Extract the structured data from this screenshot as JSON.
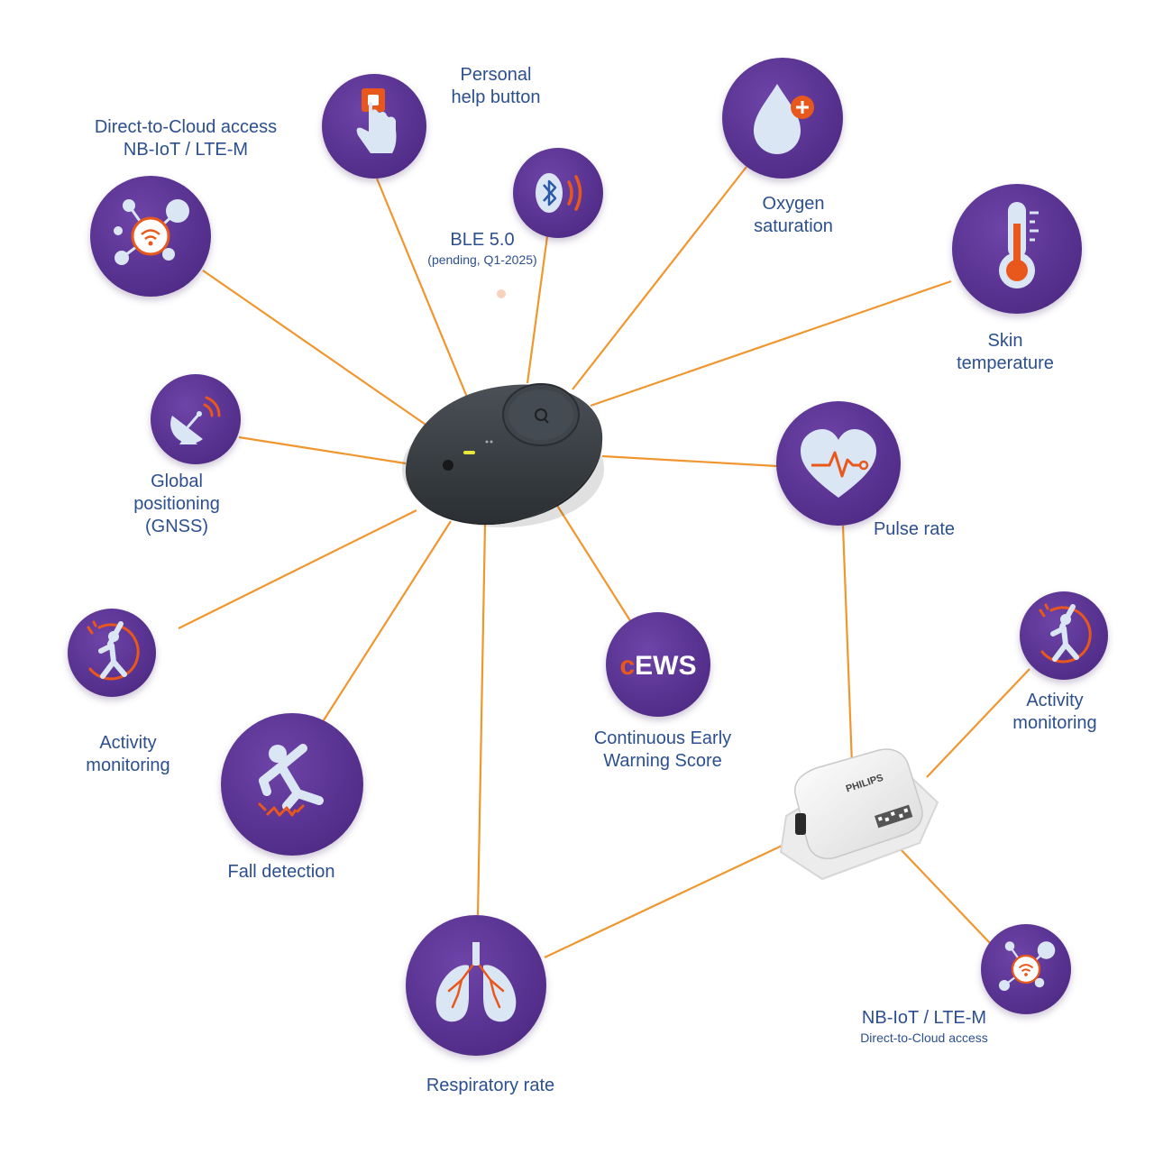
{
  "colors": {
    "circle_purple": "#5a3592",
    "circle_highlight": "#6e44a8",
    "connector_orange": "#f0962e",
    "accent_orange": "#e8581c",
    "icon_light": "#dbe6f5",
    "label_blue": "#2c4f8f",
    "hub_body": "#3a3f44",
    "sensor_body": "#f2f2f2"
  },
  "hub_device": {
    "icon": "wearable-pod-device"
  },
  "sensor_device": {
    "brand": "PHILIPS",
    "icon": "biosensor-patch-device"
  },
  "features": [
    {
      "id": "direct-to-cloud",
      "icon": "cloud-network-icon",
      "lines": [
        "Direct-to-Cloud access",
        "NB-IoT / LTE-M"
      ]
    },
    {
      "id": "help-button",
      "icon": "hand-press-button-icon",
      "lines": [
        "Personal",
        "help button"
      ]
    },
    {
      "id": "ble",
      "icon": "bluetooth-icon",
      "lines": [
        "BLE 5.0"
      ],
      "note": "(pending, Q1-2025)"
    },
    {
      "id": "oxygen",
      "icon": "blood-drop-icon",
      "lines": [
        "Oxygen",
        "saturation"
      ]
    },
    {
      "id": "skin-temp",
      "icon": "thermometer-icon",
      "lines": [
        "Skin",
        "temperature"
      ]
    },
    {
      "id": "gnss",
      "icon": "satellite-dish-icon",
      "lines": [
        "Global",
        "positioning",
        "(GNSS)"
      ]
    },
    {
      "id": "pulse",
      "icon": "heart-pulse-icon",
      "lines": [
        "Pulse rate"
      ]
    },
    {
      "id": "activity-left",
      "icon": "activity-figure-icon",
      "lines": [
        "Activity",
        "monitoring"
      ]
    },
    {
      "id": "fall",
      "icon": "falling-person-icon",
      "lines": [
        "Fall detection"
      ]
    },
    {
      "id": "cews",
      "icon": "cews-text-icon",
      "badge": {
        "c": "c",
        "ews": "EWS"
      },
      "lines": [
        "Continuous Early",
        "Warning Score"
      ]
    },
    {
      "id": "respiratory",
      "icon": "lungs-icon",
      "lines": [
        "Respiratory rate"
      ]
    },
    {
      "id": "activity-right",
      "icon": "activity-figure-icon",
      "lines": [
        "Activity",
        "monitoring"
      ]
    },
    {
      "id": "nbiot-right",
      "icon": "cloud-network-icon",
      "lines": [
        "NB-IoT / LTE-M"
      ],
      "note": "Direct-to-Cloud access"
    }
  ]
}
